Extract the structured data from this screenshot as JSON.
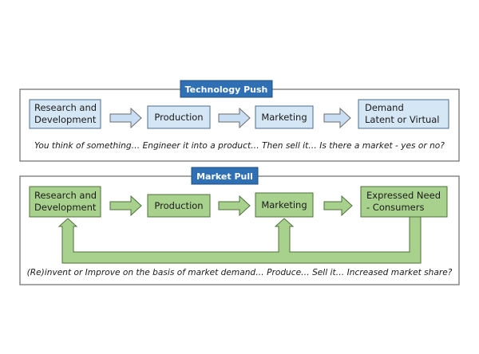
{
  "colors": {
    "panel_border": "#6b6b6b",
    "title_fill": "#2f6fb3",
    "push_box_fill": "#d5e6f5",
    "push_box_border": "#4c6c8f",
    "push_arrow_fill": "#c9def2",
    "pull_box_fill": "#a9d18e",
    "pull_box_border": "#4e6f3a",
    "pull_arrow_fill": "#a9d18e"
  },
  "technology_push": {
    "title": "Technology Push",
    "boxes": [
      [
        "Research and",
        "Development"
      ],
      [
        "Production"
      ],
      [
        "Marketing"
      ],
      [
        "Demand",
        "Latent or Virtual"
      ]
    ],
    "caption": "You think of something… Engineer it into a product… Then sell it… Is there a market - yes or no?"
  },
  "market_pull": {
    "title": "Market Pull",
    "boxes": [
      [
        "Research and",
        "Development"
      ],
      [
        "Production"
      ],
      [
        "Marketing"
      ],
      [
        "Expressed Need",
        "- Consumers"
      ]
    ],
    "caption": "(Re)invent or Improve on the basis of market demand… Produce… Sell it… Increased market share?"
  }
}
